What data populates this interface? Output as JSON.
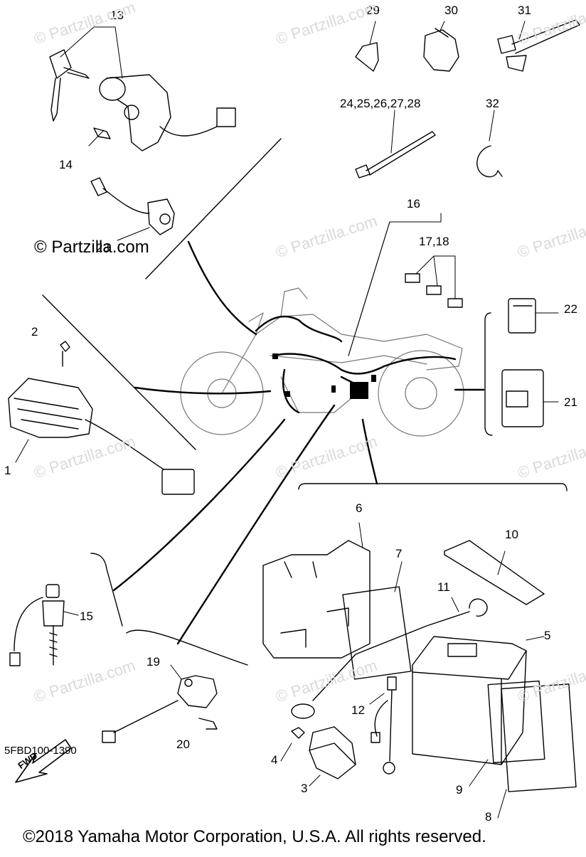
{
  "watermarks": {
    "brand": "© Partzilla.com",
    "main": "© Partzilla.com"
  },
  "callouts": {
    "c1": "1",
    "c2": "2",
    "c3": "3",
    "c4": "4",
    "c5": "5",
    "c6": "6",
    "c7": "7",
    "c8": "8",
    "c9": "9",
    "c10": "10",
    "c11": "11",
    "c12": "12",
    "c13": "13",
    "c14": "14",
    "c15": "15",
    "c16": "16",
    "c17_18": "17,18",
    "c19": "19",
    "c20": "20",
    "c21": "21",
    "c22": "22",
    "c23": "23",
    "c24_28": "24,25,26,27,28",
    "c29": "29",
    "c30": "30",
    "c31": "31",
    "c32": "32"
  },
  "direction_arrow": "FWD",
  "diagram_code": "5FBD100-1390",
  "copyright": "©2018  Yamaha Motor Corporation, U.S.A. All rights reserved."
}
